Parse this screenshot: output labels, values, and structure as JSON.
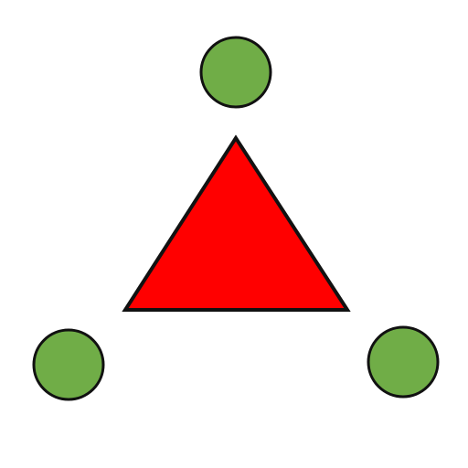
{
  "colors": {
    "background": "#ffffff",
    "triangle_fill": "#ff0000",
    "circle_fill": "#70ad47",
    "stroke": "#111111"
  },
  "shapes": {
    "center": {
      "type": "triangle",
      "count": 1
    },
    "satellites": {
      "type": "circle",
      "count": 3
    }
  }
}
